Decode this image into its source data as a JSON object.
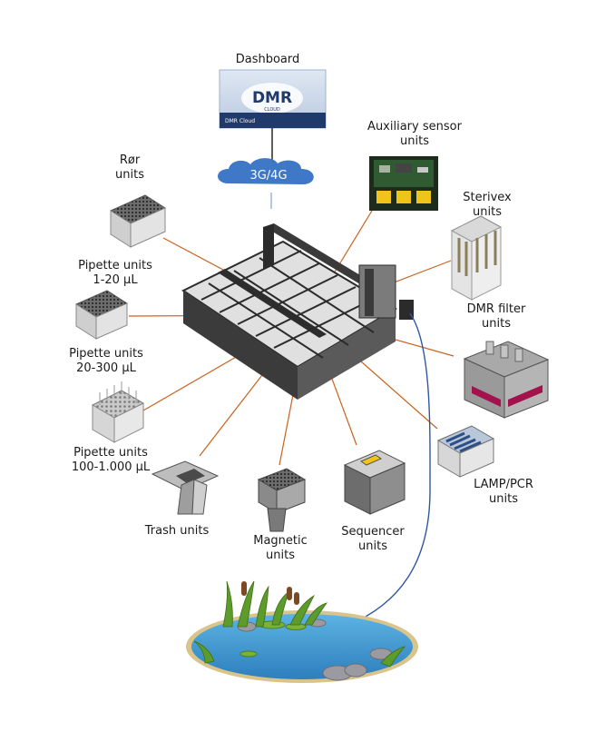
{
  "dashboard": {
    "label": "Dashboard",
    "logo_text": "DMR",
    "logo_sub": "CLOUD",
    "strip_text": "DMR Cloud"
  },
  "network": {
    "label": "3G/4G"
  },
  "units": {
    "aux_sensor": [
      "Auxiliary sensor",
      "units"
    ],
    "ror": [
      "Rør",
      "units"
    ],
    "sterivex": [
      "Sterivex",
      "units"
    ],
    "pipette_1_20": [
      "Pipette units",
      "1-20 µL"
    ],
    "dmr_filter": [
      "DMR filter",
      "units"
    ],
    "pipette_20_300": [
      "Pipette units",
      "20-300 µL"
    ],
    "pipette_100_1000": [
      "Pipette units",
      "100-1.000 µL"
    ],
    "trash": [
      "Trash units"
    ],
    "magnetic": [
      "Magnetic",
      "units"
    ],
    "sequencer": [
      "Sequencer",
      "units"
    ],
    "lamp_pcr": [
      "LAMP/PCR",
      "units"
    ]
  },
  "colors": {
    "connector": "#c8621e",
    "cable": "#2f57a6",
    "cloud": "#3f78c6",
    "dashboard_strip": "#1f3a6b",
    "water": "#3a8fc7"
  }
}
